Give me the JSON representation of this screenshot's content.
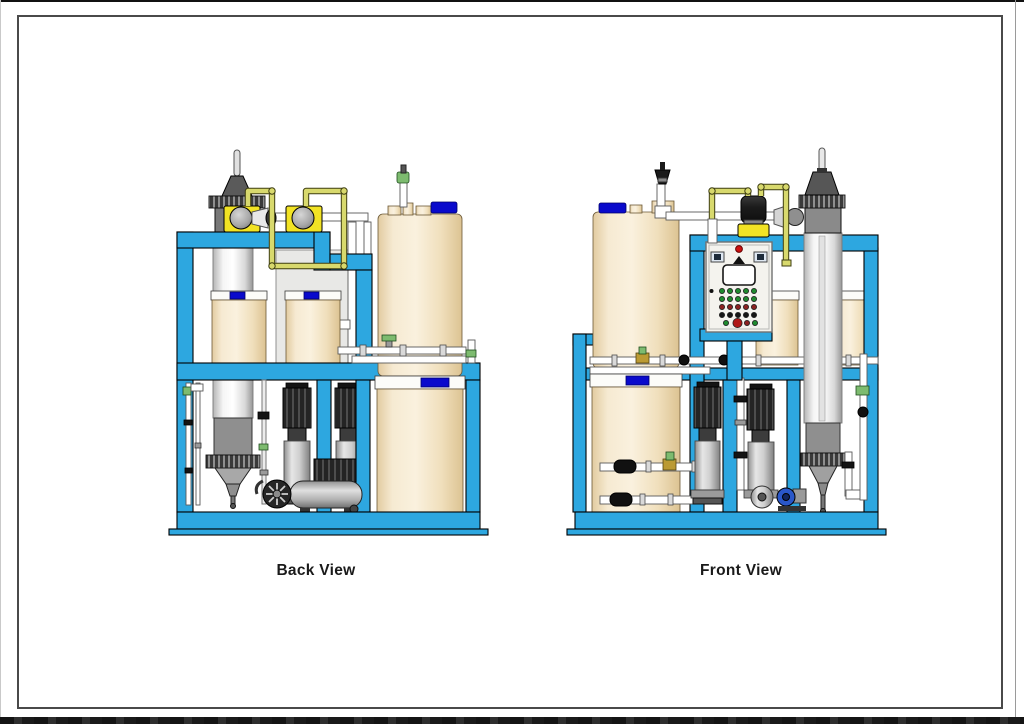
{
  "page": {
    "background": "#ffffff",
    "frame_border_color": "#4a4a4a",
    "top_edge_color": "#111111",
    "bottom_bar_color": "#1c1c1c"
  },
  "views": [
    {
      "id": "back",
      "label": "Back View",
      "components": [
        "skid-frame",
        "membrane-module",
        "dosing-pump-1",
        "dosing-pump-2",
        "dosing-tubing",
        "day-tank-1",
        "day-tank-2",
        "chemical-tank-upper",
        "chemical-tank-lower",
        "vertical-pump-1",
        "vertical-pump-2",
        "air-compressor",
        "process-piping"
      ]
    },
    {
      "id": "front",
      "label": "Front View",
      "components": [
        "skid-frame",
        "chemical-tank-upper",
        "chemical-tank-lower",
        "control-panel",
        "dosing-pump",
        "membrane-module",
        "day-tank-1",
        "day-tank-2",
        "vertical-pump-1",
        "vertical-pump-2",
        "booster-pump",
        "process-piping"
      ]
    }
  ],
  "control_panel": {
    "pilot_light": "red",
    "gauges": 2,
    "display": "blank-hmi-screen",
    "light_rows": [
      [
        "green",
        "green",
        "green",
        "green",
        "green"
      ],
      [
        "green",
        "green",
        "green",
        "green",
        "green"
      ],
      [
        "red",
        "red",
        "red",
        "red",
        "red"
      ],
      [
        "black",
        "black",
        "black",
        "black",
        "black"
      ],
      [
        "green",
        "red_large",
        "red",
        "green"
      ]
    ]
  },
  "colors": {
    "frame_blue": "#2da7e0",
    "cap_blue": "#0a0acc",
    "pump_yellow": "#f2e324",
    "tube_yellow": "#d8d96d",
    "tank_cream": "#f3e3c3",
    "panel_face": "#f4f3ee",
    "back_panel_gray": "#e8e8e6",
    "metal_mid": "#9a9a9a",
    "metal_dark": "#4a4a4a",
    "valve_green": "#7dbb6f",
    "valve_brass": "#bb9a33",
    "pump_blue": "#2a57c8",
    "pilot_red": "#cc1111",
    "light_green": "#1f8a2f",
    "light_red": "#8a2222",
    "light_black": "#161616",
    "light_red_large": "#b01818"
  }
}
